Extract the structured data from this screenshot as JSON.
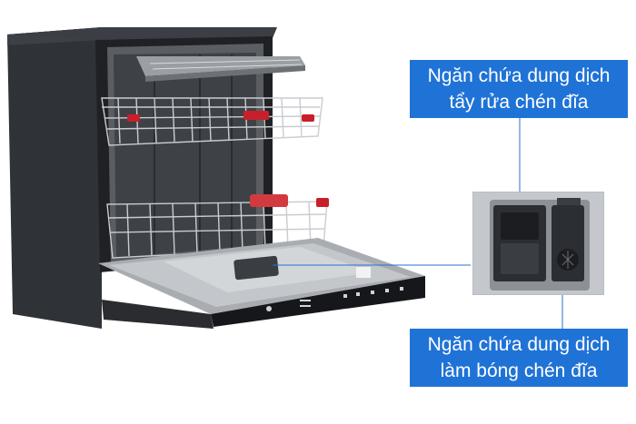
{
  "annotations": {
    "detergent_compartment": {
      "line1": "Ngăn chứa dung dịch",
      "line2": "tẩy rửa chén đĩa"
    },
    "rinse_aid_compartment": {
      "line1": "Ngăn chứa dung dịch",
      "line2": "làm bóng chén đĩa"
    }
  },
  "colors": {
    "label_background": "#1f73d6",
    "label_text": "#ffffff",
    "appliance_body": "#2e3136",
    "rack_accent": "#c8202a",
    "connector_line": "#2a6fd0"
  },
  "icons": {
    "product": "dishwasher-photo",
    "detail": "dispenser-closeup-photo"
  }
}
